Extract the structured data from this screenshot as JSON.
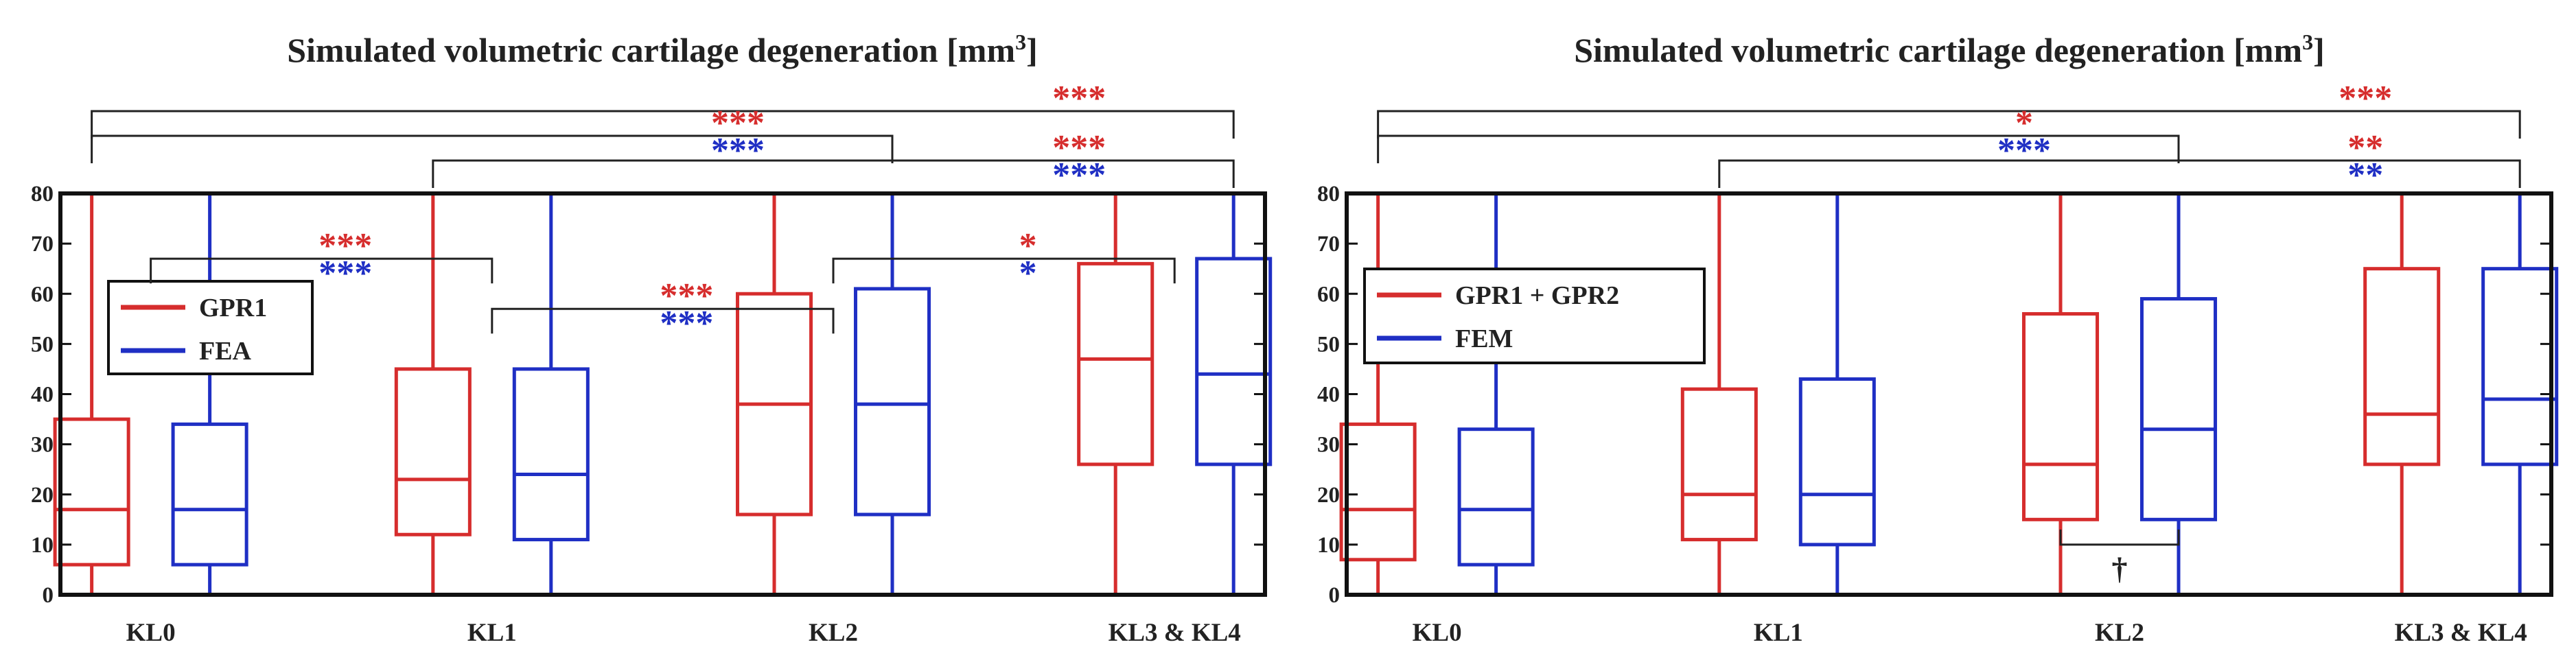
{
  "colors": {
    "model": "#d62d2d",
    "reference": "#1f2fc4",
    "frame": "#111111",
    "bracket": "#222222"
  },
  "chart_data": [
    {
      "type": "box",
      "title": "Simulated volumetric cartilage degeneration [mm",
      "title_superscript": "3",
      "title_close": "]",
      "categories": [
        "KL0",
        "KL1",
        "KL2",
        "KL3 & KL4"
      ],
      "ylim": [
        0,
        80
      ],
      "yticks": [
        0,
        10,
        20,
        30,
        40,
        50,
        60,
        70,
        80
      ],
      "legend_position": "left",
      "series": [
        {
          "name": "GPR1",
          "color": "red",
          "boxes": [
            {
              "whisker_low": 0,
              "q1": 6,
              "median": 17,
              "q3": 35,
              "whisker_high": 80
            },
            {
              "whisker_low": 0,
              "q1": 12,
              "median": 23,
              "q3": 45,
              "whisker_high": 80
            },
            {
              "whisker_low": 0,
              "q1": 16,
              "median": 38,
              "q3": 60,
              "whisker_high": 80
            },
            {
              "whisker_low": 0,
              "q1": 26,
              "median": 47,
              "q3": 66,
              "whisker_high": 80
            }
          ]
        },
        {
          "name": "FEA",
          "color": "blue",
          "boxes": [
            {
              "whisker_low": 0,
              "q1": 6,
              "median": 17,
              "q3": 34,
              "whisker_high": 80
            },
            {
              "whisker_low": 0,
              "q1": 11,
              "median": 24,
              "q3": 45,
              "whisker_high": 80
            },
            {
              "whisker_low": 0,
              "q1": 16,
              "median": 38,
              "q3": 61,
              "whisker_high": 80
            },
            {
              "whisker_low": 0,
              "q1": 26,
              "median": 44,
              "q3": 67,
              "whisker_high": 80
            }
          ]
        }
      ],
      "significance": [
        {
          "from": 0,
          "to": 3,
          "inside": false,
          "tier": 0,
          "red": "***",
          "blue": ""
        },
        {
          "from": 0,
          "to": 2,
          "inside": false,
          "tier": 1,
          "red": "***",
          "blue": "***"
        },
        {
          "from": 1,
          "to": 3,
          "inside": false,
          "tier": 2,
          "red": "***",
          "blue": "***"
        },
        {
          "from": 0,
          "to": 1,
          "inside": true,
          "level": 67,
          "red": "***",
          "blue": "***"
        },
        {
          "from": 1,
          "to": 2,
          "inside": true,
          "level": 57,
          "red": "***",
          "blue": "***"
        },
        {
          "from": 2,
          "to": 3,
          "inside": true,
          "level": 67,
          "red": "*",
          "blue": "*"
        }
      ]
    },
    {
      "type": "box",
      "title": "Simulated volumetric cartilage degeneration [mm",
      "title_superscript": "3",
      "title_close": "]",
      "categories": [
        "KL0",
        "KL1",
        "KL2",
        "KL3 & KL4"
      ],
      "ylim": [
        0,
        80
      ],
      "yticks": [
        0,
        10,
        20,
        30,
        40,
        50,
        60,
        70,
        80
      ],
      "legend_position": "left",
      "series": [
        {
          "name": "GPR1 + GPR2",
          "color": "red",
          "boxes": [
            {
              "whisker_low": 0,
              "q1": 7,
              "median": 17,
              "q3": 34,
              "whisker_high": 80
            },
            {
              "whisker_low": 0,
              "q1": 11,
              "median": 20,
              "q3": 41,
              "whisker_high": 80
            },
            {
              "whisker_low": 0,
              "q1": 15,
              "median": 26,
              "q3": 56,
              "whisker_high": 80
            },
            {
              "whisker_low": 0,
              "q1": 26,
              "median": 36,
              "q3": 65,
              "whisker_high": 80
            }
          ]
        },
        {
          "name": "FEM",
          "color": "blue",
          "boxes": [
            {
              "whisker_low": 0,
              "q1": 6,
              "median": 17,
              "q3": 33,
              "whisker_high": 80
            },
            {
              "whisker_low": 0,
              "q1": 10,
              "median": 20,
              "q3": 43,
              "whisker_high": 80
            },
            {
              "whisker_low": 0,
              "q1": 15,
              "median": 33,
              "q3": 59,
              "whisker_high": 80
            },
            {
              "whisker_low": 0,
              "q1": 26,
              "median": 39,
              "q3": 65,
              "whisker_high": 80
            }
          ]
        }
      ],
      "significance": [
        {
          "from": 0,
          "to": 3,
          "inside": false,
          "tier": 0,
          "red": "***",
          "blue": ""
        },
        {
          "from": 0,
          "to": 2,
          "inside": false,
          "tier": 1,
          "red": "*",
          "blue": "***"
        },
        {
          "from": 1,
          "to": 3,
          "inside": false,
          "tier": 2,
          "red": "**",
          "blue": "**"
        },
        {
          "from": 2,
          "to": 2,
          "inside": true,
          "pair": true,
          "level": 10,
          "red": "",
          "blue": "",
          "symbol": "†"
        }
      ]
    }
  ]
}
